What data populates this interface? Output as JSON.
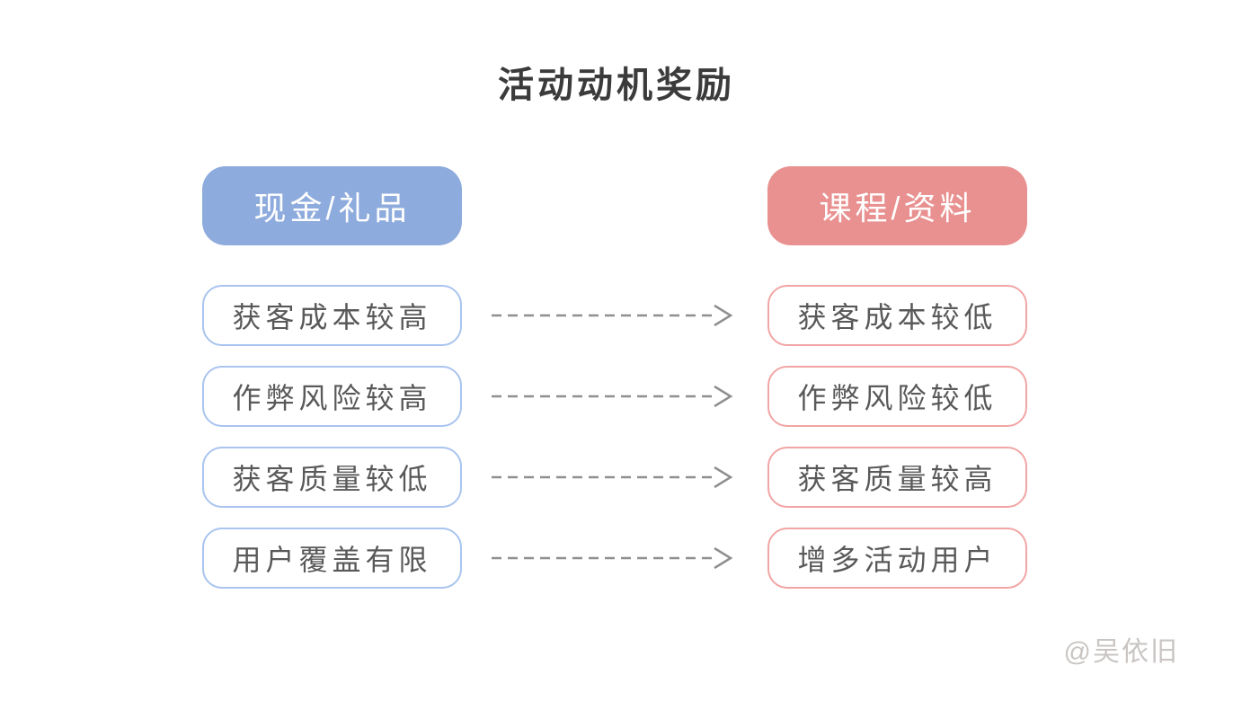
{
  "title": "活动动机奖励",
  "left_column": {
    "header": "现金/礼品",
    "items": [
      "获客成本较高",
      "作弊风险较高",
      "获客质量较低",
      "用户覆盖有限"
    ]
  },
  "right_column": {
    "header": "课程/资料",
    "items": [
      "获客成本较低",
      "作弊风险较低",
      "获客质量较高",
      "增多活动用户"
    ]
  },
  "arrows": {
    "count": 4,
    "style": "dashed-chevron",
    "direction": "left-to-right"
  },
  "watermark": "@吴依旧",
  "colors": {
    "left_header_bg": "#8eabdd",
    "left_item_border": "#a9c4ef",
    "right_header_bg": "#e89190",
    "right_item_border": "#f1a5a4",
    "arrow": "#8f8f8f",
    "item_text": "#595959",
    "header_text": "#ffffff",
    "title_text": "#3b3b3b",
    "watermark_text": "#c9c5c3",
    "background": "#ffffff"
  }
}
